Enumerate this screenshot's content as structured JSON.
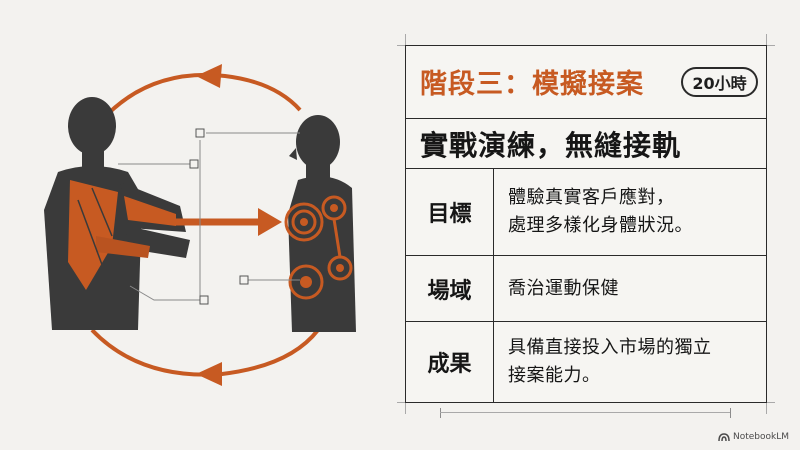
{
  "slide": {
    "title": "階段三：模擬接案",
    "badge": "20小時",
    "subtitle": "實戰演練，無縫接軌",
    "rows": [
      {
        "label": "目標",
        "value": "體驗真實客戶應對，\n處理多樣化身體狀況。"
      },
      {
        "label": "場域",
        "value": "喬治運動保健"
      },
      {
        "label": "成果",
        "value": "具備直接投入市場的獨立\n接案能力。"
      }
    ]
  },
  "brand": {
    "name": "NotebookLM",
    "icon": "notebooklm-logo-icon"
  },
  "colors": {
    "accent": "#c75a22",
    "silhouette": "#3a3a3a",
    "line": "#2a2a2a",
    "background": "#f3f2ef"
  }
}
